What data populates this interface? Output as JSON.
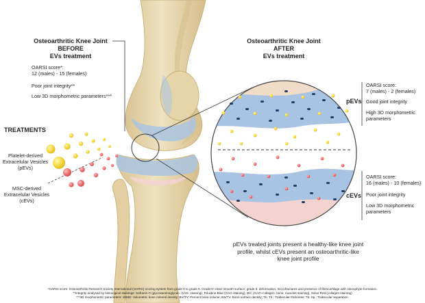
{
  "before": {
    "title_line1": "Osteoarthritic Knee Joint",
    "title_line2": "BEFORE",
    "title_line3": "EVs treatment",
    "oarsi_label": "OARSI score*:",
    "oarsi_value": "12 (males) - 15 (females)",
    "integrity": "Poor joint integrity**",
    "morpho": "Low 3D morphometric parameters***"
  },
  "after": {
    "title_line1": "Osteoarthritic Knee Joint",
    "title_line2": "AFTER",
    "title_line3": "EVs treatment",
    "pevs": {
      "tag": "pEVs",
      "oarsi_label": "OARSI score:",
      "oarsi_value": "7 (males) - 2 (females)",
      "integrity": "Good joint integrity",
      "morpho_line1": "High 3D morphometric",
      "morpho_line2": "parameters"
    },
    "cevs": {
      "tag": "cEVs",
      "oarsi_label": "OARSI score:",
      "oarsi_value": "16 (males) - 10 (females)",
      "integrity": "Poor joint integrity",
      "morpho_line1": "Low 3D morphometric",
      "morpho_line2": "parameters"
    }
  },
  "treatments": {
    "title": "TREATMENTS",
    "platelet_line1": "Platelet-derived",
    "platelet_line2": "Extracelular Vesicles",
    "platelet_line3": "(pEVs)",
    "msc_line1": "MSC-derived",
    "msc_line2": "Extracelular Vesicles",
    "msc_line3": "(cEVs)"
  },
  "conclusion": {
    "line1": "pEVs treated joints present a healthy-like knee joint",
    "line2": "profile, whilst cEVs present an osteoarthritic-like",
    "line3": "knee joint profile"
  },
  "footnotes": {
    "line1": "*OARSI score: Osteoarthritis Research Society International (OARSI) scoring system from grade 0 to grade 6. Grade 0: intact smooth surface; grade 6: deformation, microfractures and presence of fibrocartilage with osteophyte formation.",
    "line2": "**Integrity analysed by histological stainings: Safranin O (glycosaminoglycan- GAG- staining), Toluidine Blue (GAG staining), BIC (GAG+collagen, bone, muscles staining), Sirius Red (collagen staining)",
    "line3": "***3D morphometric parameters: vBMD: Volumetric bone mineral density; BV/TV: Percent bone volume; BS/TV: Bone surface density; Tb. Th.: Trabecular thickness; Tb. Sp.: Trabecular separation."
  },
  "colors": {
    "bone": "#e9d9b4",
    "cartilage_blue": "#a9c4e2",
    "pEV_yellow": "#f5d63d",
    "cEV_red": "#ec6b6b",
    "zone_pink": "#f3d3cf"
  }
}
